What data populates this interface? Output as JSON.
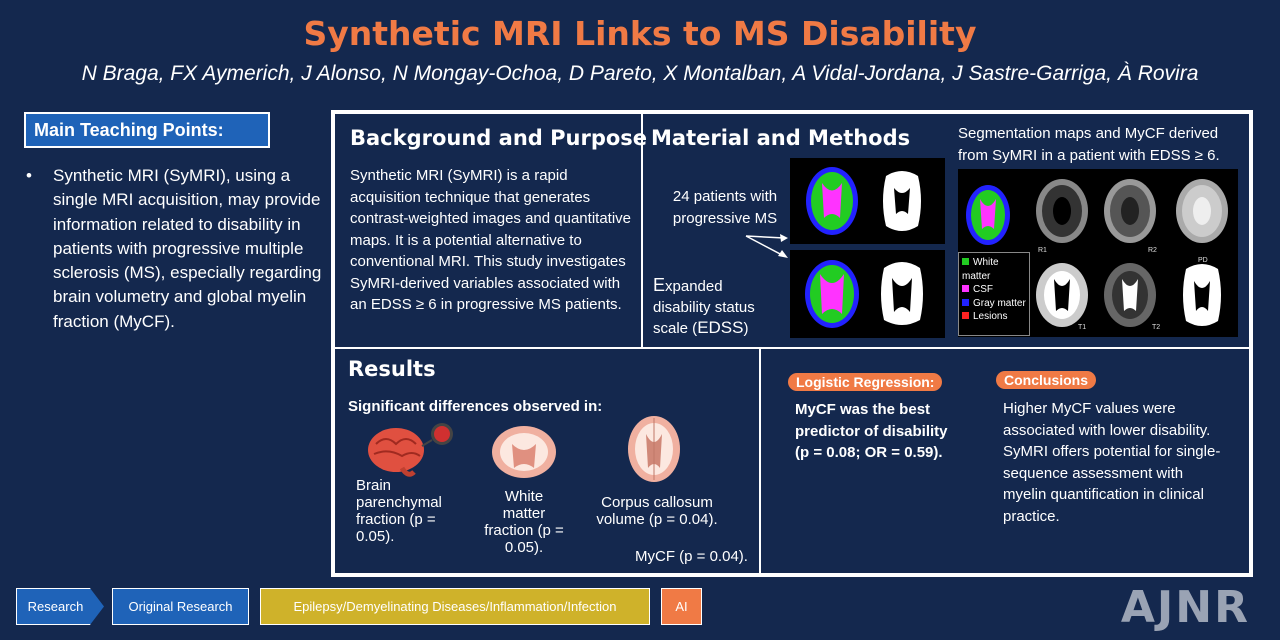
{
  "title": "Synthetic MRI Links to MS Disability",
  "authors": "N Braga, FX Aymerich, J Alonso, N Mongay-Ochoa, D Pareto, X Montalban, A Vidal-Jordana, J Sastre-Garriga, À Rovira",
  "teaching": {
    "heading": "Main Teaching Points:",
    "bullet": "Synthetic MRI (SyMRI), using a single MRI acquisition, may provide information related to disability in patients with progressive multiple sclerosis (MS), especially regarding brain volumetry and global myelin fraction (MyCF)."
  },
  "background": {
    "title": "Background and Purpose",
    "text": "Synthetic MRI (SyMRI) is a rapid acquisition technique that generates contrast-weighted images and quantitative maps. It is a potential alternative to conventional MRI. This study investigates SyMRI-derived variables associated with an EDSS ≥ 6 in progressive MS patients."
  },
  "methods": {
    "title": "Material and Methods",
    "patients": "24 patients with progressive MS",
    "edss_first": "E",
    "edss_rest": "xpanded disability status scale (",
    "edss_abbr": "EDSS",
    "edss_close": ")"
  },
  "segmentation": {
    "caption": "Segmentation maps and MyCF derived from SyMRI in a patient with EDSS ≥ 6.",
    "legend": [
      {
        "label": "White matter",
        "color": "#22cc22"
      },
      {
        "label": "CSF",
        "color": "#ff33ff"
      },
      {
        "label": "Gray matter",
        "color": "#2222ff"
      },
      {
        "label": "Lesions",
        "color": "#ff2222"
      }
    ],
    "labels": {
      "r1": "R1",
      "r2": "R2",
      "pd": "PD",
      "t1": "T1",
      "t2": "T2"
    }
  },
  "results": {
    "title": "Results",
    "subtitle": "Significant differences observed in:",
    "bpf": "Brain parenchymal fraction (p = 0.05).",
    "wmf": "White matter fraction (p = 0.05).",
    "cc": "Corpus callosum volume (p = 0.04).",
    "mycf": "MyCF (p = 0.04)."
  },
  "logistic": {
    "tag": "Logistic Regression:",
    "text": "MyCF was the best predictor of disability (p = 0.08; OR = 0.59)."
  },
  "conclusions": {
    "tag": "Conclusions",
    "text": "Higher MyCF values were associated with lower disability. SyMRI offers potential for single-sequence assessment with myelin quantification in clinical practice."
  },
  "footer": {
    "research": "Research",
    "original": "Original Research",
    "category": "Epilepsy/Demyelinating Diseases/Inflammation/Infection",
    "ai": "AI",
    "logo": "AJNR"
  }
}
